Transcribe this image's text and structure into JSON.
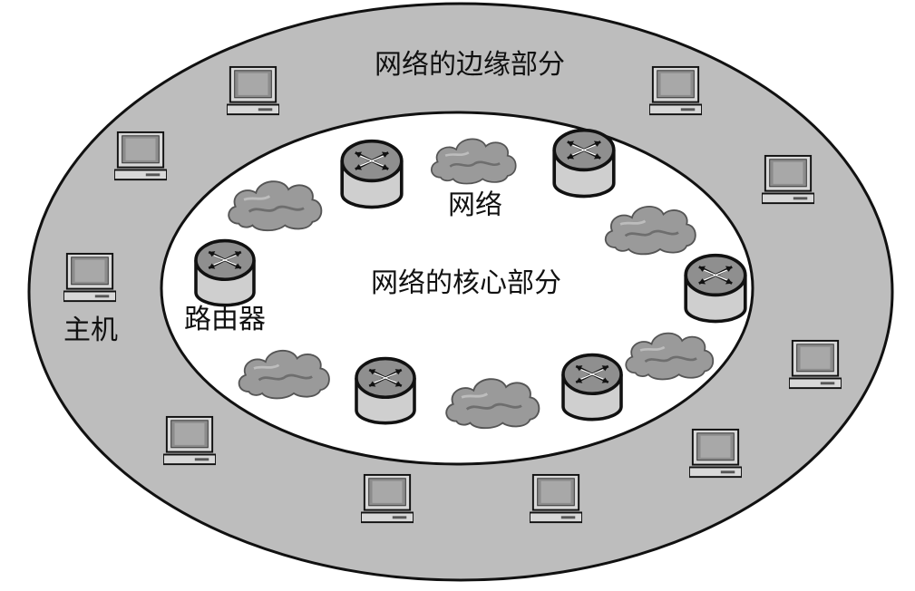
{
  "labels": {
    "edge_region": "网络的边缘部分",
    "core_region": "网络的核心部分",
    "network": "网络",
    "router": "路由器",
    "host": "主机"
  },
  "colors": {
    "outer_ring": "#bdbdbd",
    "inner_region": "#ffffff",
    "outline": "#111111",
    "cloud": "#9a9a9a",
    "router_body": "#cfcfcf"
  },
  "icons": {
    "host": "desktop-computer-icon",
    "router": "router-icon",
    "network": "cloud-icon"
  }
}
